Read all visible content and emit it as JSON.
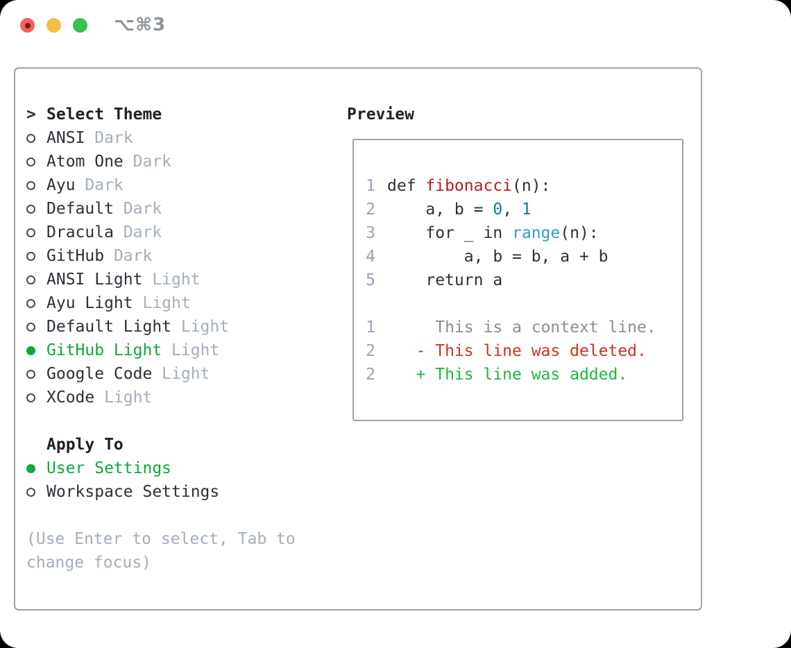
{
  "window": {
    "shortcut_label": "⌥⌘3",
    "traffic_lights": [
      "close",
      "minimize",
      "zoom"
    ]
  },
  "colors": {
    "green": "#0fa83a",
    "dark": "#2b3138",
    "muted": "#a4aebb",
    "context-gray": "#868f99",
    "ln-gray": "#98a3b1",
    "func-red": "#b02121",
    "num-teal": "#0d7e8a",
    "builtin-blue": "#2f9fc7",
    "del-red": "#c93324",
    "add-green": "#1cb83c",
    "border": "#99a3ae",
    "titlebar-gray": "#8d939c",
    "tl-red": "#f2615b",
    "tl-red-dot": "#7d1a12",
    "tl-yellow": "#f7bd45",
    "tl-green": "#36c24b"
  },
  "theme_picker": {
    "rows": [
      {
        "type": "header",
        "marker": ">",
        "label": "Select Theme"
      },
      {
        "type": "theme",
        "name": "ANSI",
        "variant": "Dark",
        "selected": false
      },
      {
        "type": "theme",
        "name": "Atom One",
        "variant": "Dark",
        "selected": false
      },
      {
        "type": "theme",
        "name": "Ayu",
        "variant": "Dark",
        "selected": false
      },
      {
        "type": "theme",
        "name": "Default",
        "variant": "Dark",
        "selected": false
      },
      {
        "type": "theme",
        "name": "Dracula",
        "variant": "Dark",
        "selected": false
      },
      {
        "type": "theme",
        "name": "GitHub",
        "variant": "Dark",
        "selected": false
      },
      {
        "type": "theme",
        "name": "ANSI Light",
        "variant": "Light",
        "selected": false
      },
      {
        "type": "theme",
        "name": "Ayu Light",
        "variant": "Light",
        "selected": false
      },
      {
        "type": "theme",
        "name": "Default Light",
        "variant": "Light",
        "selected": false
      },
      {
        "type": "theme",
        "name": "GitHub Light",
        "variant": "Light",
        "selected": true
      },
      {
        "type": "theme",
        "name": "Google Code",
        "variant": "Light",
        "selected": false
      },
      {
        "type": "theme",
        "name": "XCode",
        "variant": "Light",
        "selected": false
      },
      {
        "type": "blank"
      },
      {
        "type": "section",
        "label": "Apply To"
      },
      {
        "type": "option",
        "name": "User Settings",
        "selected": true
      },
      {
        "type": "option",
        "name": "Workspace Settings",
        "selected": false
      },
      {
        "type": "blank"
      },
      {
        "type": "help",
        "label": "(Use Enter to select, Tab to"
      },
      {
        "type": "help",
        "label": "change focus)"
      }
    ]
  },
  "preview": {
    "label": "Preview",
    "code_rows": [
      {
        "num": "1",
        "segments": [
          {
            "text": "def ",
            "token": "code"
          },
          {
            "text": "fibonacci",
            "token": "func"
          },
          {
            "text": "(n):",
            "token": "code"
          }
        ]
      },
      {
        "num": "2",
        "segments": [
          {
            "text": "    a, b = ",
            "token": "code"
          },
          {
            "text": "0",
            "token": "num"
          },
          {
            "text": ", ",
            "token": "code"
          },
          {
            "text": "1",
            "token": "num"
          }
        ]
      },
      {
        "num": "3",
        "segments": [
          {
            "text": "    for _ in ",
            "token": "code"
          },
          {
            "text": "range",
            "token": "builtin"
          },
          {
            "text": "(n):",
            "token": "code"
          }
        ]
      },
      {
        "num": "4",
        "segments": [
          {
            "text": "        a, b = b, a + b",
            "token": "code"
          }
        ]
      },
      {
        "num": "5",
        "segments": [
          {
            "text": "    return a",
            "token": "code"
          }
        ]
      },
      {
        "num": "",
        "segments": []
      },
      {
        "num": "1",
        "segments": [
          {
            "text": "     This is a context line.",
            "token": "context"
          }
        ]
      },
      {
        "num": "2",
        "segments": [
          {
            "text": "   - This line was deleted.",
            "token": "del"
          }
        ]
      },
      {
        "num": "2",
        "segments": [
          {
            "text": "   + This line was added.",
            "token": "add"
          }
        ]
      }
    ]
  }
}
